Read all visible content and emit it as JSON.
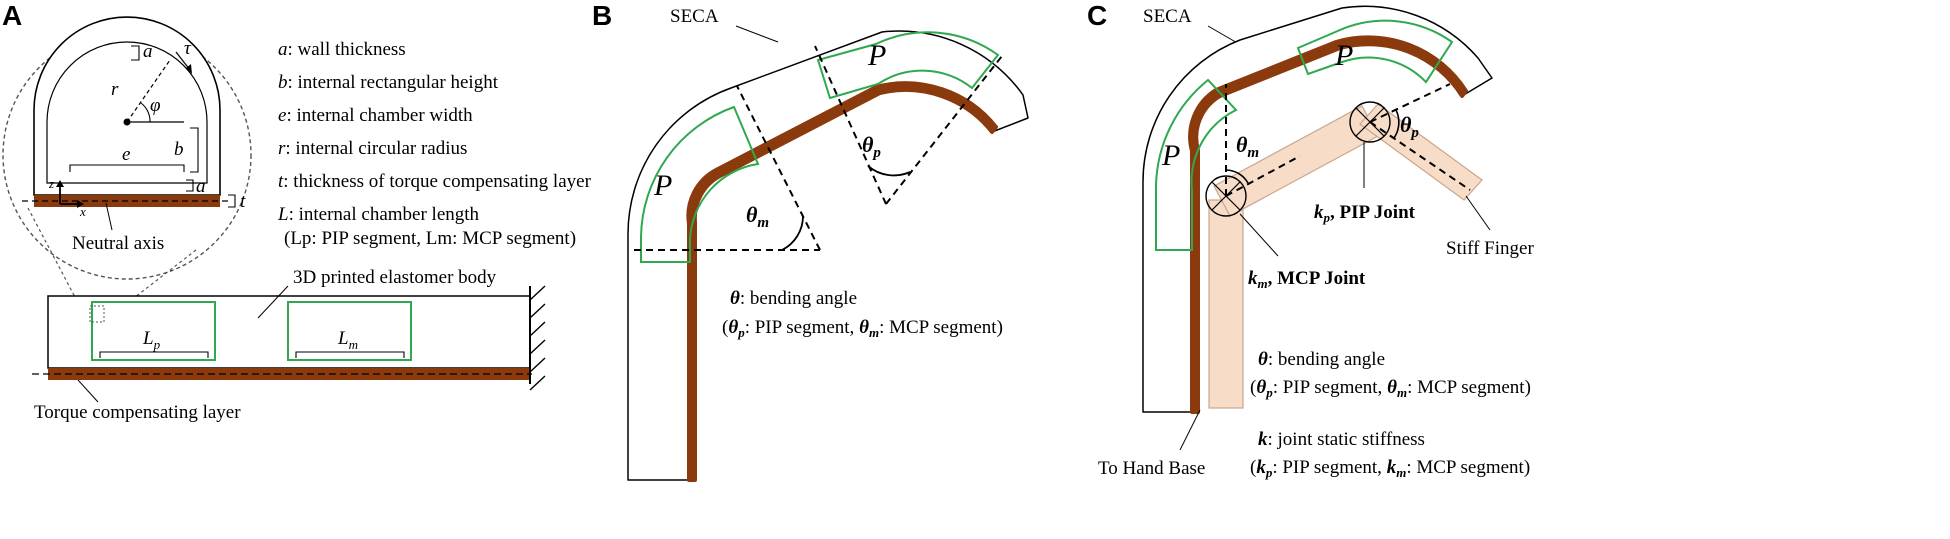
{
  "panels": {
    "a": {
      "letter": "A",
      "legend": [
        {
          "sym": "a",
          "text": ": wall thickness"
        },
        {
          "sym": "b",
          "text": ": internal rectangular height"
        },
        {
          "sym": "e",
          "text": ": internal chamber width"
        },
        {
          "sym": "r",
          "text": ": internal circular radius"
        },
        {
          "sym": "t",
          "text": ": thickness of torque compensating layer"
        },
        {
          "sym": "L",
          "text": ": internal chamber length"
        }
      ],
      "legend_sub": "(Lp: PIP segment, Lm: MCP segment)",
      "dims": {
        "a": "a",
        "tau": "τ",
        "r": "r",
        "phi": "φ",
        "b": "b",
        "e": "e",
        "a2": "a",
        "t": "t",
        "z": "z",
        "x": "x"
      },
      "neutral_axis": "Neutral axis",
      "body_label": "3D printed elastomer body",
      "lp": "Lp",
      "lm": "Lm",
      "torque_layer": "Torque compensating layer"
    },
    "b": {
      "letter": "B",
      "seca": "SECA",
      "p1": "P",
      "p2": "P",
      "theta_p": "θp",
      "theta_m": "θm",
      "caption1": "θ: bending angle",
      "caption2": "(θp: PIP segment, θm: MCP segment)"
    },
    "c": {
      "letter": "C",
      "seca": "SECA",
      "p1": "P",
      "p2": "P",
      "theta_m": "θm",
      "theta_p": "θp",
      "kp_joint": "kp, PIP Joint",
      "km_joint": "km, MCP Joint",
      "stiff_finger": "Stiff Finger",
      "caption1": "θ: bending angle",
      "caption2": "(θp: PIP segment, θm: MCP segment)",
      "caption3": "k: joint static stiffness",
      "caption4": "(kp: PIP segment, km: MCP segment)",
      "hand_base": "To Hand Base"
    }
  },
  "colors": {
    "green": "#2fa84f",
    "brown": "#8b3a0e",
    "finger": "#f7dcc8",
    "finger_stroke": "#c9a58c"
  }
}
